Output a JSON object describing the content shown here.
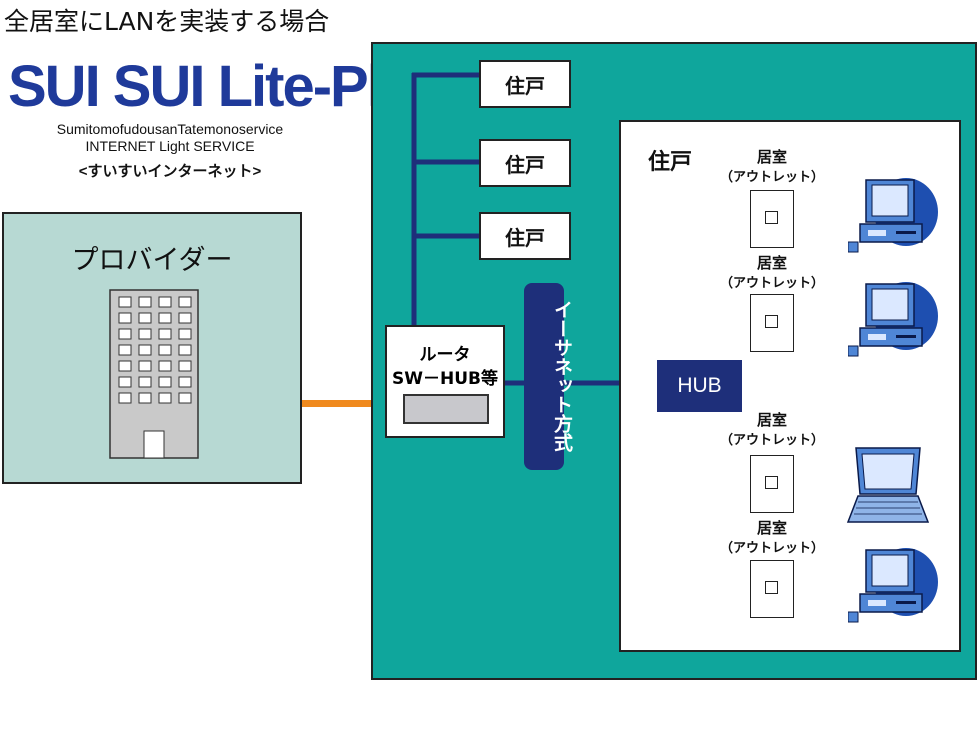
{
  "title": "全居室にLANを実装する場合",
  "logo": {
    "main": "SUI SUI Lite-Plus",
    "sub1": "SumitomofudousanTatemonoservice",
    "sub2": "INTERNET Light SERVICE",
    "sub3": "<すいすいインターネット>"
  },
  "provider": {
    "label": "プロバイダー"
  },
  "units": [
    "住戸",
    "住戸",
    "住戸"
  ],
  "router": {
    "line1": "ルータ",
    "line2": "SW－HUB等"
  },
  "ethernet": {
    "label": "イーサネット方式"
  },
  "home": {
    "label": "住戸"
  },
  "hub": {
    "label": "HUB"
  },
  "rooms": [
    {
      "label": "居室",
      "sub": "（アウトレット）",
      "device": "desktop-pc"
    },
    {
      "label": "居室",
      "sub": "（アウトレット）",
      "device": "desktop-pc"
    },
    {
      "label": "居室",
      "sub": "（アウトレット）",
      "device": "laptop"
    },
    {
      "label": "居室",
      "sub": "（アウトレット）",
      "device": "desktop-pc"
    }
  ],
  "colors": {
    "teal": "#0fa69c",
    "navy": "#1e2f7a",
    "orange": "#f08a1e",
    "provider_bg": "#b7d9d3",
    "logo_blue": "#1f3a9a"
  }
}
